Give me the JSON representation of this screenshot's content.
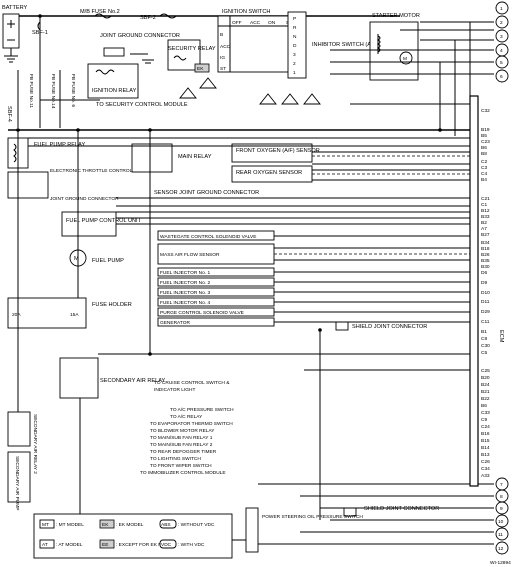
{
  "top_labels": {
    "battery": "BATTERY",
    "mb_fuse": "M/B FUSE No.2",
    "sbf1": "SBF-1",
    "sbf2": "SBF-2",
    "joint_ground": "JOINT GROUND CONNECTOR",
    "ignition_switch": "IGNITION SWITCH",
    "inhibitor_switch": "INHIBITOR SWITCH (AT)",
    "starter_motor": "STARTER MOTOR",
    "security_relay": "SECURITY RELAY",
    "ignition_relay": "IGNITION RELAY",
    "to_security": "TO SECURITY CONTROL MODULE",
    "sbf4": "SBF-4",
    "fb11": "FB FUSE No.11",
    "fb14": "FB FUSE No.14",
    "fb6": "FB FUSE No. 6"
  },
  "ign_switch_cols": [
    "OFF",
    "ACC",
    "ON",
    "ST"
  ],
  "ign_switch_rows": [
    "B",
    "ACC",
    "IG",
    "ST"
  ],
  "inhibitor_rows": [
    "P",
    "R",
    "N",
    "D",
    "3",
    "2",
    "1"
  ],
  "left_components": {
    "fuel_pump_relay": "FUEL PUMP RELAY",
    "etc_relay": "ELECTRONIC THROTTLE CONTROL RELAY",
    "jgc2": "JOINT GROUND CONNECTOR",
    "fpcu": "FUEL PUMP CONTROL UNIT",
    "fuel_pump": "FUEL PUMP",
    "fuse_holder": "FUSE HOLDER",
    "f20a": "20A",
    "f15a": "15A",
    "sec_air_relay2": "SECONDARY AIR RELAY 2",
    "sec_air_pump": "SECONDARY AIR PUMP",
    "sec_air_relay": "SECONDARY AIR RELAY",
    "main_relay": "MAIN RELAY",
    "front_o2": "FRONT OXYGEN (A/F) SENSOR",
    "rear_o2": "REAR OXYGEN SENSOR",
    "sensor_jgc": "SENSOR JOINT GROUND CONNECTOR",
    "ps_switch": "POWER STEERING OIL PRESSURE SWITCH",
    "shield1": "SHIELD JOINT CONNECTOR",
    "shield2": "SHIELD JOINT CONNECTOR",
    "ecm": "ECM",
    "code": "WI-12894"
  },
  "ecm_boxes": [
    "WASTEGATE CONTROL SOLENOID VALVE",
    "MASS AIR FLOW SENSOR",
    "FUEL INJECTOR No. 1",
    "FUEL INJECTOR No. 2",
    "FUEL INJECTOR No. 3",
    "FUEL INJECTOR No. 4",
    "PURGE CONTROL SOLENOID VALVE",
    "GENERATOR"
  ],
  "lower_list": [
    "TO CRUISE CONTROL SWITCH &",
    "INDICATOR LIGHT",
    "TO A/C PRESSURE SWITCH",
    "TO A/C RELAY",
    "TO EVAPORATOR THERMO SWITCH",
    "TO BLOWER MOTOR RELAY",
    "TO MAIN/SUB FAN RELAY 1",
    "TO MAIN/SUB FAN RELAY 2",
    "TO REAR DEFOGGER TIMER",
    "TO LIGHTING SWITCH",
    "TO FRONT WIPER SWITCH",
    "TO IMMOBILIZER CONTROL MODULE"
  ],
  "pins_upper": [
    "C32",
    "B19",
    "B5",
    "C23",
    "B6",
    "B8",
    "C2",
    "C3",
    "C4",
    "B4",
    "C21",
    "C1",
    "B12",
    "B33",
    "B2",
    "A7",
    "B27",
    "B34",
    "B18",
    "B26",
    "B35",
    "B30",
    "D6",
    "D9",
    "D10",
    "D11",
    "D29",
    "C11",
    "B1",
    "C8",
    "C30",
    "C5"
  ],
  "pins_lower": [
    "C25",
    "B20",
    "B24",
    "B21",
    "B22",
    "B6",
    "C33",
    "C9",
    "C24",
    "B16",
    "B15",
    "B14",
    "B13",
    "C26",
    "C34",
    "A33"
  ],
  "circles": [
    "1",
    "2",
    "3",
    "4",
    "5",
    "6",
    "7",
    "8",
    "9",
    "10",
    "11",
    "12"
  ],
  "legend": [
    {
      "tag": "MT",
      "text": ": MT MODEL"
    },
    {
      "tag": "EK",
      "text": ": EK MODEL"
    },
    {
      "tag": "ABS",
      "text": ": WITHOUT VDC"
    },
    {
      "tag": "AT",
      "text": ": AT MODEL"
    },
    {
      "tag": "EE",
      "text": ": EXCEPT FOR EK MODEL"
    },
    {
      "tag": "VDC",
      "text": ": WITH VDC"
    }
  ]
}
